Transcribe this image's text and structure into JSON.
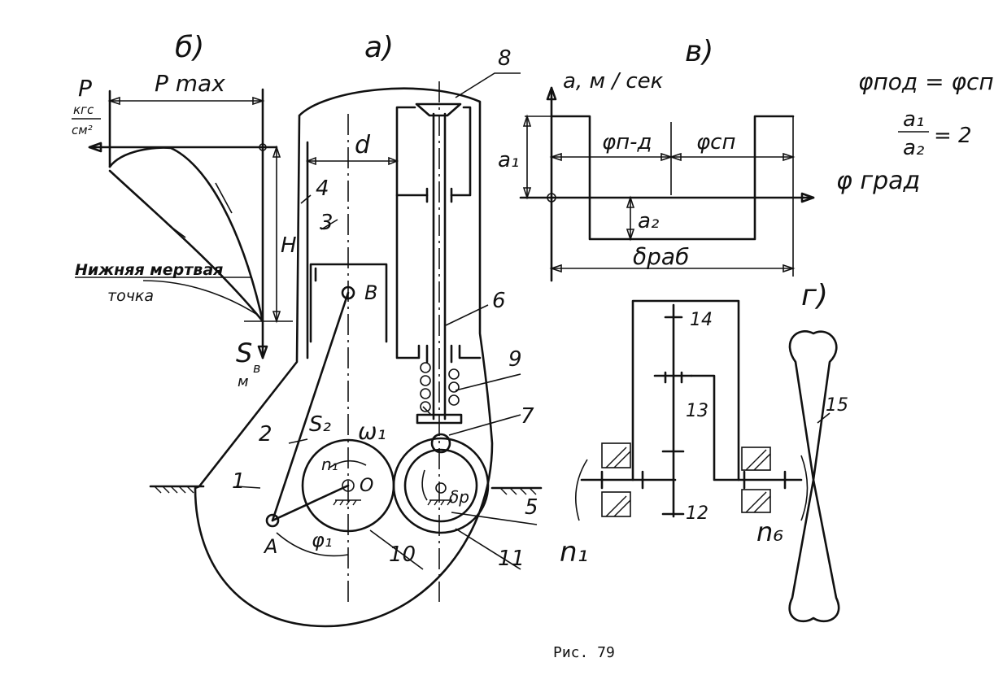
{
  "panel_labels": {
    "a": "а)",
    "b": "б)",
    "v": "в)",
    "g": "г)"
  },
  "mechanism": {
    "part_numbers": [
      "1",
      "2",
      "3",
      "4",
      "5",
      "6",
      "7",
      "8",
      "9",
      "10",
      "11",
      "12",
      "13",
      "14",
      "15"
    ],
    "points": {
      "A": "A",
      "B": "B",
      "O": "O"
    },
    "symbols": {
      "d": "d",
      "S2": "S₂",
      "omega1": "ω₁",
      "n1_inner": "n₁",
      "phi1": "φ₁",
      "delta_p": "δр"
    }
  },
  "pressure_diagram": {
    "y_axis_label_p": "P",
    "y_axis_unit_top": "кгс",
    "y_axis_unit_bottom": "см²",
    "pmax": "P max",
    "h": "H",
    "s_axis_label": "S",
    "s_axis_sub": "в",
    "s_axis_unit": "м",
    "dead_point_line1": "Нижняя мертвая",
    "dead_point_line2": "точка"
  },
  "acceleration_diagram": {
    "y_axis_label": "a, м / сек",
    "x_axis_label": "φ град",
    "a1": "a₁",
    "a2": "a₂",
    "phi_pd": "φп-д",
    "phi_sp": "φсп",
    "delta_rab": "δраб"
  },
  "conditions": {
    "line1": "φпод = φсп",
    "ratio_num": "a₁",
    "ratio_den": "a₂",
    "ratio_val": "= 2"
  },
  "gear_panel": {
    "n1": "n₁",
    "n6": "n₆"
  },
  "caption": "Рис. 79"
}
